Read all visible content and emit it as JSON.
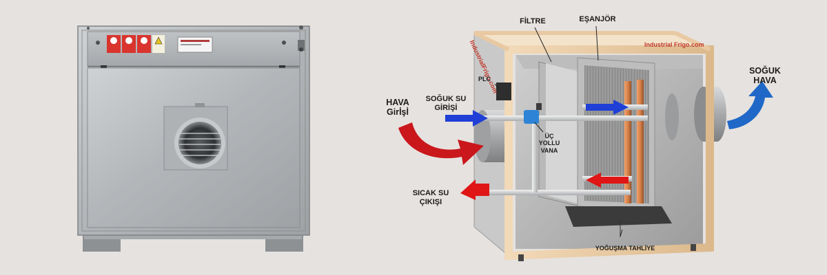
{
  "left_photo": {
    "alt": "Front view of galvanized air handling unit"
  },
  "diagram": {
    "labels": {
      "filtre": "FİLTRE",
      "esanjor": "EŞANJÖR",
      "plc": "PLC",
      "hava_girisi": "HAVA\nGirİşİ",
      "soguk_su_girisi": "SOĞUK SU\nGİRİŞİ",
      "uc_yollu_vana": "ÜÇ\nYOLLU\nVANA",
      "sicak_su_cikisi": "SICAK SU\nÇIKIŞI",
      "soguk_hava": "SOĞUK\nHAVA",
      "yogusma_tahliye": "YOĞUŞMA TAHLİYE"
    },
    "brand_top": "Industrial Frigo.com",
    "brand_side": "IndustrialFrigo.com"
  },
  "colors": {
    "background": "#e6e2df",
    "frame": "#e8c9a2",
    "inlet_arrow": "#c9171c",
    "cold_air_arrow": "#1f68c7",
    "cold_pipe_arrow": "#1f3fd6",
    "hot_pipe_arrow": "#e01616",
    "brand": "#c0392b",
    "copper": "#d7824b"
  }
}
